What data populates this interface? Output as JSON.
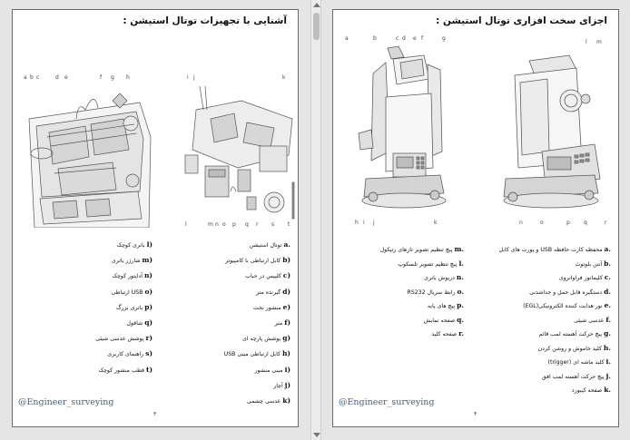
{
  "left_page": {
    "title": "آشنایی با تجهیزات توتال استیشن :",
    "callouts_left": [
      "a",
      "b",
      "c",
      "d",
      "e",
      "f",
      "g",
      "h"
    ],
    "callouts_right": [
      "i",
      "j",
      "k"
    ],
    "bottom_callouts": [
      "l",
      "m",
      "n",
      "o",
      "p",
      "q",
      "r",
      "s",
      "t"
    ],
    "col_right": [
      {
        "key": "a.",
        "text": "توتال استیشن"
      },
      {
        "key": "b)",
        "text": "کابل ارتباطی با کامپیوتر"
      },
      {
        "key": "c)",
        "text": "کلیپس در حباب"
      },
      {
        "key": "d)",
        "text": "گیرنده متر"
      },
      {
        "key": "e)",
        "text": "منشور نخت"
      },
      {
        "key": "f)",
        "text": "متر"
      },
      {
        "key": "g)",
        "text": "پوشش پارچه ای"
      },
      {
        "key": "h)",
        "text": "کابل ارتباطی مینی USB"
      },
      {
        "key": "i)",
        "text": "مینی منشور"
      },
      {
        "key": "j)",
        "text": "آچار"
      },
      {
        "key": "k)",
        "text": "عدسی چشمی"
      }
    ],
    "col_left": [
      {
        "key": "l)",
        "text": "باتری کوچک"
      },
      {
        "key": "m)",
        "text": "شارژر باتری"
      },
      {
        "key": "n)",
        "text": "آداپتور کوچک"
      },
      {
        "key": "o)",
        "text": "USB ارتباطی"
      },
      {
        "key": "p)",
        "text": "باتری بزرگ"
      },
      {
        "key": "q)",
        "text": "شاقول"
      },
      {
        "key": "r)",
        "text": "پوشش عدسی شیئی"
      },
      {
        "key": "s)",
        "text": "راهنمای کاربری"
      },
      {
        "key": "t)",
        "text": "قطب منشور کوچک"
      }
    ],
    "footer": "@Engineer_surveying",
    "page_number": "۳"
  },
  "right_page": {
    "title": "اجزای سخت افزاری توتال استیشن :",
    "callouts_top_left": [
      "a",
      "b",
      "c",
      "d",
      "e",
      "f",
      "g"
    ],
    "callouts_top_right": [
      "l",
      "m"
    ],
    "callouts_bottom_left": [
      "h",
      "i",
      "j",
      "k"
    ],
    "callouts_bottom_right": [
      "n",
      "o",
      "p",
      "q",
      "r"
    ],
    "col_right": [
      {
        "key": "a.",
        "text": "محفظه کارت حافظه USB و پورت های کابل"
      },
      {
        "key": "b.",
        "text": "آنتن بلوتوث"
      },
      {
        "key": "c.",
        "text": "کلیماتور فراوانروی"
      },
      {
        "key": "d.",
        "text": "دستگیره قابل حمل و جداشدنی"
      },
      {
        "key": "e.",
        "text": "نور هدایت کننده الکترونیکی(EGL)"
      },
      {
        "key": "f.",
        "text": "عدسی شیئی"
      },
      {
        "key": "g.",
        "text": "پیچ حرکت آهسته لمب قائم"
      },
      {
        "key": "h.",
        "text": "کلید خاموش و روشن کردن"
      },
      {
        "key": "i.",
        "text": "کلید ماشه ای (trigger)"
      },
      {
        "key": "j.",
        "text": "پیچ حرکت آهسته لمب افق"
      },
      {
        "key": "k.",
        "text": "صفحه کیبورد"
      }
    ],
    "col_left": [
      {
        "key": "m.",
        "text": "پیچ تنظیم تصویر تارهای رتیکول"
      },
      {
        "key": "l.",
        "text": "پیچ تنظیم تصویر تلسکوپ"
      },
      {
        "key": "n.",
        "text": "دریوش باتری"
      },
      {
        "key": "o.",
        "text": "رابط سریال RS232"
      },
      {
        "key": "p.",
        "text": "پیچ های پایه"
      },
      {
        "key": "q.",
        "text": "صفحه نمایش"
      },
      {
        "key": "r.",
        "text": "صفحه کلید"
      }
    ],
    "footer": "@Engineer_surveying",
    "page_number": "۴"
  },
  "colors": {
    "page_bg": "#ffffff",
    "viewer_bg": "#e5e5e5",
    "footer_text": "#3d5f8a",
    "page_border": "#6b6b6b"
  }
}
